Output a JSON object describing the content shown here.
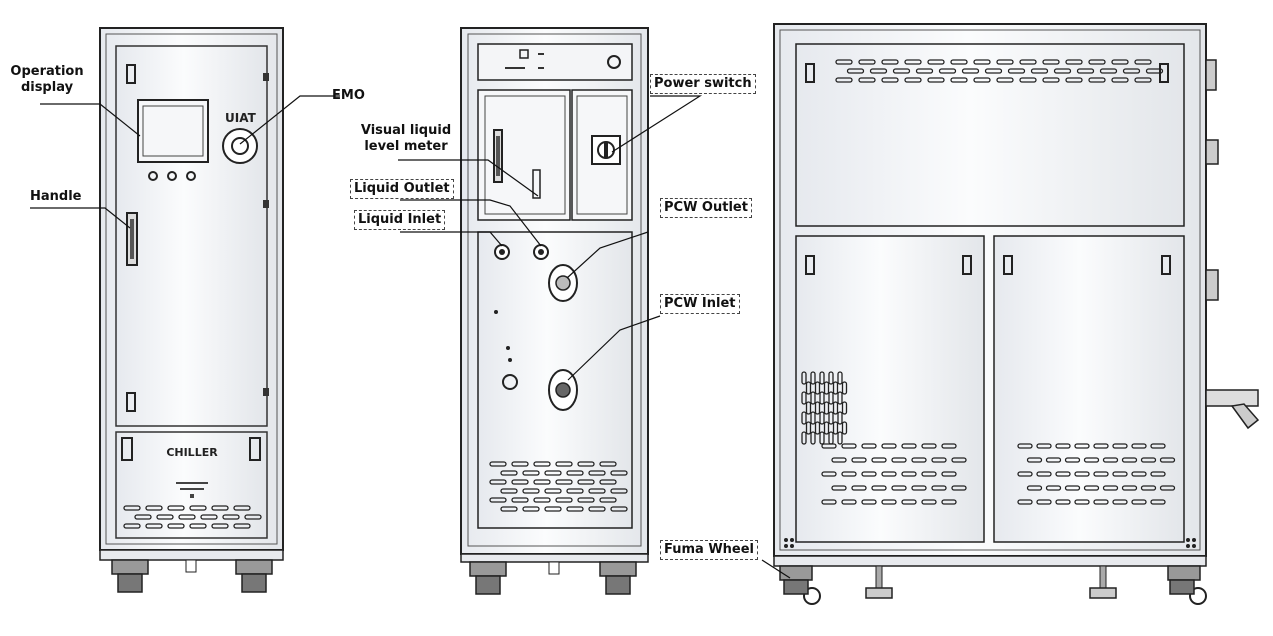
{
  "labels": {
    "operation_display_line1": "Operation",
    "operation_display_line2": "display",
    "emo": "EMO",
    "handle": "Handle",
    "visual_level_line1": "Visual liquid",
    "visual_level_line2": "level meter",
    "liquid_outlet": "Liquid Outlet",
    "liquid_inlet": "Liquid Inlet",
    "power_switch": "Power switch",
    "pcw_outlet": "PCW Outlet",
    "pcw_inlet": "PCW Inlet",
    "fuma_wheel": "Fuma Wheel"
  },
  "unit_markings": {
    "brand_logo": "UIAT",
    "chiller_text": "CHILLER"
  },
  "colors": {
    "line": "#222222",
    "panel_fill": "#eef0f3",
    "panel_highlight": "#fafbfc",
    "frame": "#333333"
  }
}
